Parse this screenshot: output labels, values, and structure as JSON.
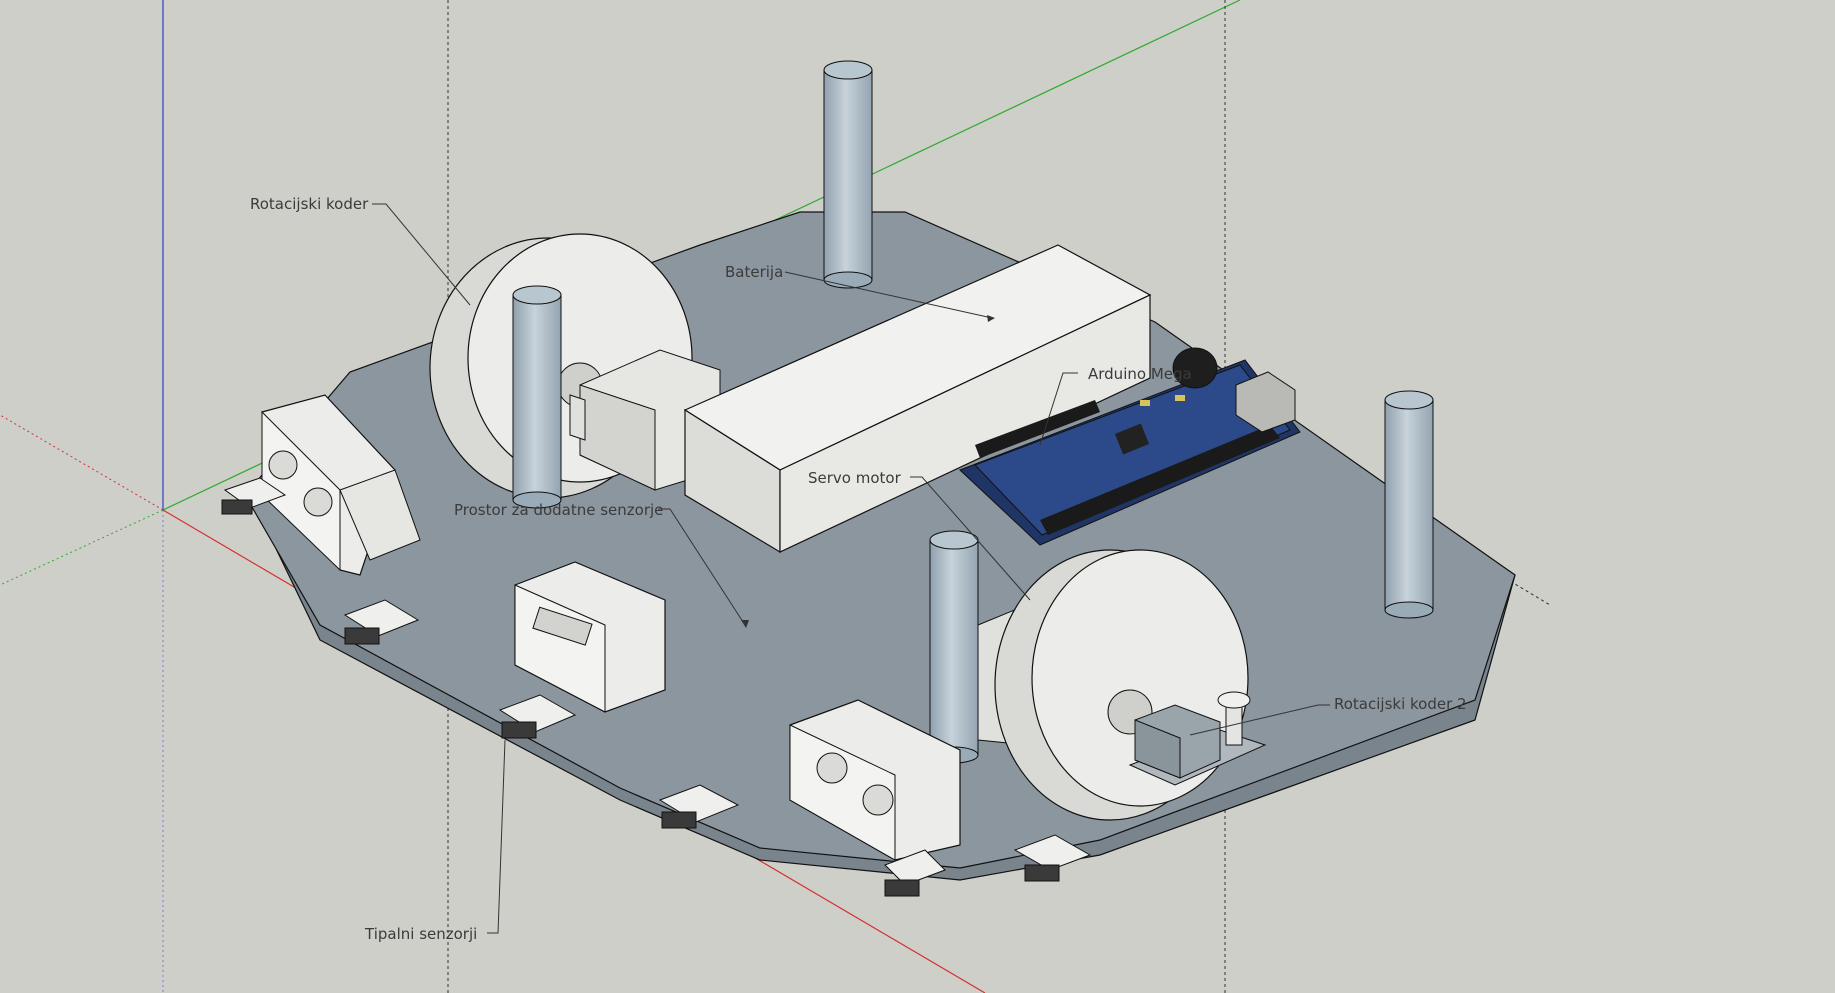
{
  "labels": {
    "rotacijski_koder": "Rotacijski koder",
    "baterija": "Baterija",
    "arduino": "Arduino Mega",
    "servo_motor": "Servo motor",
    "prostor": "Prostor za dodatne senzorje",
    "rotacijski_koder_2": "Rotacijski koder 2",
    "tipalni_senzorji": "Tipalni senzorji"
  },
  "colors": {
    "background": "#cfcfc9",
    "plate": "#8c969e",
    "plate_edge": "#7a848c",
    "part_light": "#ececea",
    "part_mid": "#d6d6d3",
    "pillar": "#a9b8c3",
    "arduino_board": "#2c4a8a",
    "axis_red": "#d43030",
    "axis_green": "#2faa2f",
    "axis_blue": "#3040c8"
  }
}
